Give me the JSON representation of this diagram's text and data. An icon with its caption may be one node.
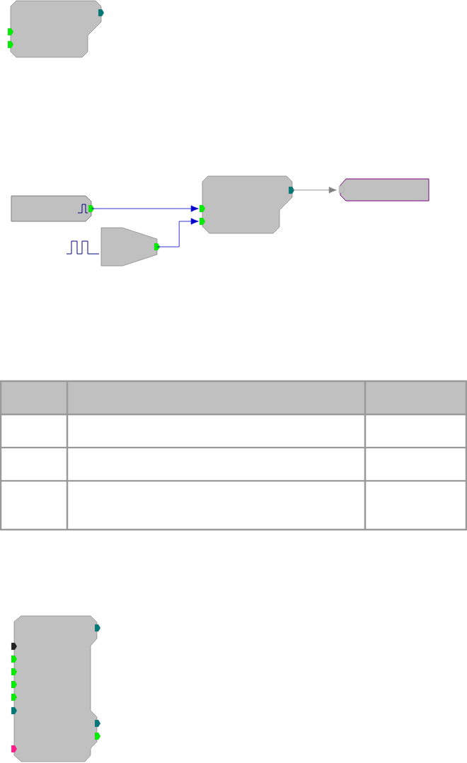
{
  "diagram": {
    "nodes": [
      {
        "text": [],
        "shape": "box"
      },
      {
        "text": [],
        "shape": "tag"
      },
      {
        "text": [],
        "shape": "box"
      },
      {
        "text": [],
        "shape": "tag"
      },
      {
        "text": [],
        "shape": "funnel"
      },
      {
        "text": [],
        "shape": "box"
      }
    ],
    "edges": [
      {
        "from": 1,
        "to": 2,
        "arrow": "to"
      },
      {
        "from": 4,
        "to": 2,
        "arrow": "to"
      },
      {
        "from": 2,
        "to": 3,
        "arrow": "to",
        "color": "#808080"
      }
    ]
  }
}
